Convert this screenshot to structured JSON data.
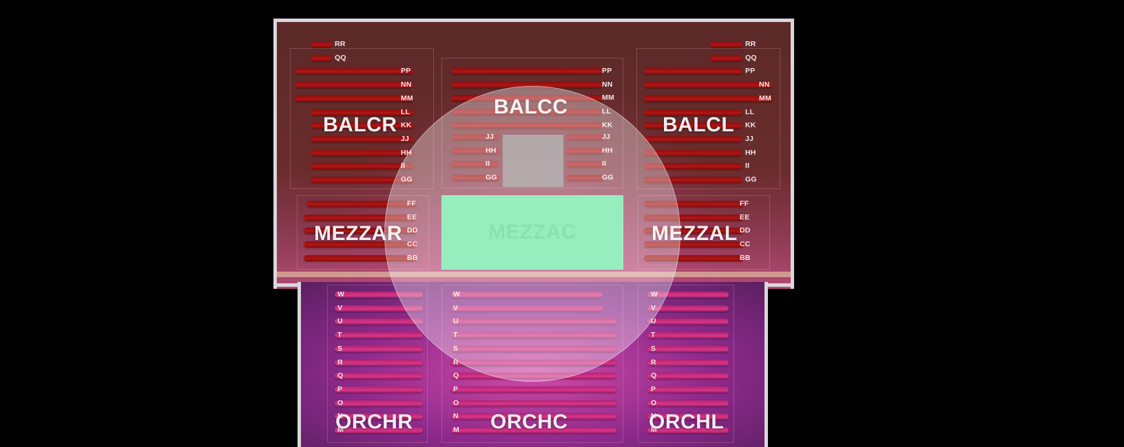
{
  "colors": {
    "balcony_row": "#b31515",
    "orchestra_row": "#d8358a",
    "selected_section": "#5ee39a",
    "outline": "#d9d6dd"
  },
  "sections": {
    "balcr": "BALCR",
    "balcc": "BALCC",
    "balcl": "BALCL",
    "mezzar": "MEZZAR",
    "mezzac": "MEZZAC",
    "mezzal": "MEZZAL",
    "orchr": "ORCHR",
    "orchc": "ORCHC",
    "orchl": "ORCHL"
  },
  "selected_section": "MEZZAC",
  "rows": {
    "balcr": [
      "RR",
      "QQ",
      "PP",
      "NN",
      "MM",
      "LL",
      "KK",
      "JJ",
      "HH",
      "II",
      "GG"
    ],
    "balcc_upper": [
      "PP",
      "NN",
      "MM",
      "LL",
      "KK"
    ],
    "balcc_lower_left": [
      "JJ",
      "HH",
      "II",
      "GG"
    ],
    "balcc_lower_right": [
      "JJ",
      "HH",
      "II",
      "GG"
    ],
    "balcl": [
      "RR",
      "QQ",
      "PP",
      "NN",
      "MM",
      "LL",
      "KK",
      "JJ",
      "HH",
      "II",
      "GG"
    ],
    "mezzar": [
      "FF",
      "EE",
      "DD",
      "CC",
      "BB"
    ],
    "mezzal": [
      "FF",
      "EE",
      "DD",
      "CC",
      "BB"
    ],
    "orch": [
      "W",
      "V",
      "U",
      "T",
      "S",
      "R",
      "Q",
      "P",
      "O",
      "N",
      "M"
    ]
  }
}
